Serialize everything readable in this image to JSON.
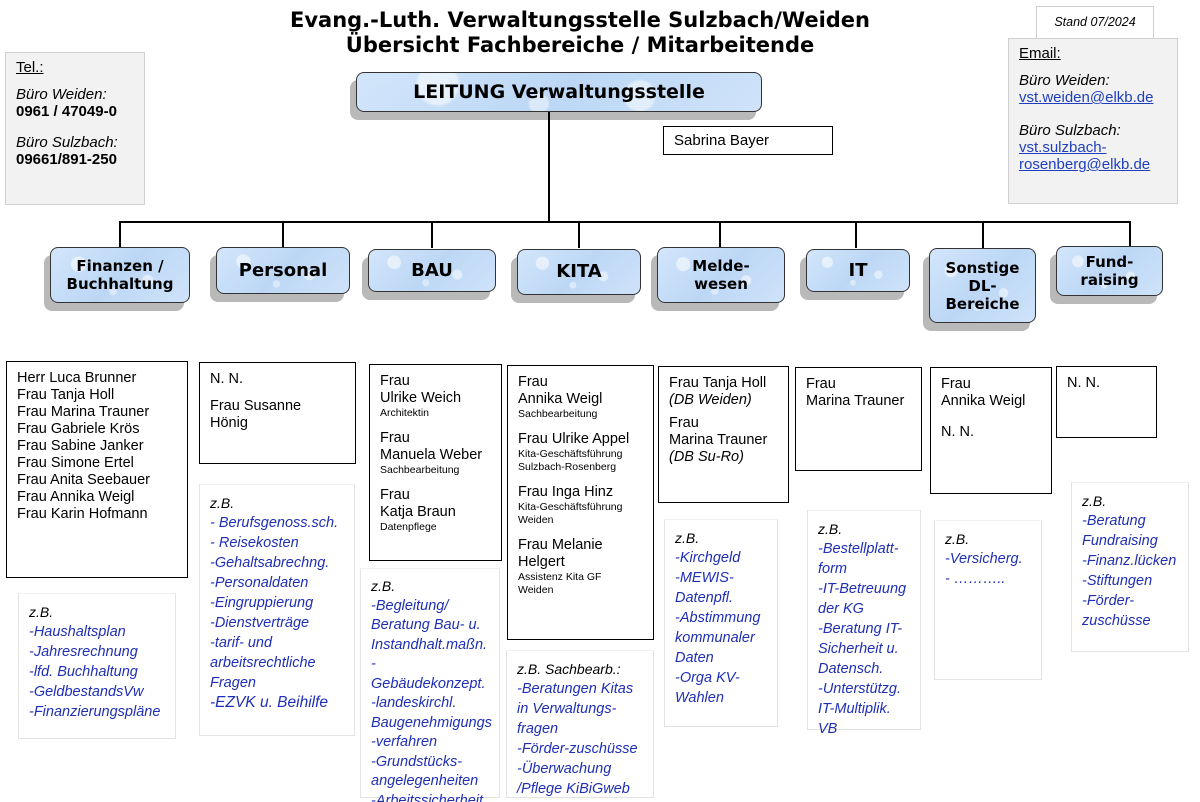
{
  "header": {
    "title_line1": "Evang.-Luth. Verwaltungsstelle Sulzbach/Weiden",
    "title_line2": "Übersicht Fachbereiche / Mitarbeitende",
    "stand": "Stand 07/2024"
  },
  "tel": {
    "label": "Tel.:",
    "weiden_label": "Büro Weiden:",
    "weiden_number": "0961 / 47049-0",
    "sulzbach_label": "Büro Sulzbach:",
    "sulzbach_number": "09661/891-250"
  },
  "email": {
    "label": "Email:",
    "weiden_label": "Büro Weiden:",
    "weiden_address": "vst.weiden@elkb.de",
    "sulzbach_label": "Büro Sulzbach:",
    "sulzbach_address_1": "vst.sulzbach-",
    "sulzbach_address_2": "rosenberg@elkb.de"
  },
  "leitung": {
    "title": "LEITUNG Verwaltungsstelle",
    "name": "Sabrina Bayer"
  },
  "departments": {
    "finanzen": [
      "Finanzen /",
      "Buchhaltung"
    ],
    "personal": [
      "Personal"
    ],
    "bau": [
      "BAU"
    ],
    "kita": [
      "KITA"
    ],
    "melde": [
      "Melde-",
      "wesen"
    ],
    "it": [
      "IT"
    ],
    "sonstige": [
      "Sonstige",
      "DL-",
      "Bereiche"
    ],
    "fund": [
      "Fund-",
      "raising"
    ]
  },
  "staff": {
    "finanzen": [
      "Herr Luca Brunner",
      "Frau Tanja Holl",
      "Frau Marina Trauner",
      "Frau Gabriele Krös",
      "Frau Sabine Janker",
      "Frau Simone Ertel",
      "Frau Anita Seebauer",
      "Frau Annika Weigl",
      "Frau Karin Hofmann"
    ],
    "personal": [
      "N. N.",
      "Frau Susanne",
      "Hönig"
    ],
    "bau": [
      {
        "l1": "Frau",
        "l2": "Ulrike Weich",
        "role": "Architektin"
      },
      {
        "l1": "Frau",
        "l2": "Manuela Weber",
        "role": "Sachbearbeitung"
      },
      {
        "l1": "Frau",
        "l2": "Katja Braun",
        "role": "Datenpflege"
      }
    ],
    "kita": [
      {
        "l1": "Frau",
        "l2": "Annika Weigl",
        "role1": "Sachbearbeitung",
        "role2": ""
      },
      {
        "l1": "Frau Ulrike Appel",
        "l2": "",
        "role1": "Kita-Geschäftsführung",
        "role2": "Sulzbach-Rosenberg"
      },
      {
        "l1": "Frau Inga Hinz",
        "l2": "",
        "role1": "Kita-Geschäftsführung",
        "role2": "Weiden"
      },
      {
        "l1": "Frau Melanie",
        "l2": "Helgert",
        "role1": "Assistenz Kita GF",
        "role2": "Weiden"
      }
    ],
    "melde": {
      "n1": "Frau Tanja Holl",
      "loc1": "(DB Weiden)",
      "n2a": "Frau",
      "n2b": "Marina Trauner",
      "loc2": "(DB Su-Ro)"
    },
    "it": [
      "Frau",
      "Marina Trauner"
    ],
    "sonstige": [
      "Frau",
      "Annika Weigl",
      "N. N."
    ],
    "fund": [
      "N. N."
    ]
  },
  "examples": {
    "finanzen": {
      "zb": "z.B.",
      "items": [
        "-Haushaltsplan",
        "-Jahresrechnung",
        "-lfd. Buchhaltung",
        "-GeldbestandsVw",
        "-Finanzierungspläne"
      ]
    },
    "personal": {
      "zb": "z.B.",
      "items": [
        "- Berufsgenoss.sch.",
        "- Reisekosten",
        "-Gehaltsabrechng.",
        "-Personaldaten",
        "-Eingruppierung",
        "-Dienstverträge",
        "-tarif- und",
        "arbeitsrechtliche",
        "Fragen",
        "-EZVK u. Beihilfe"
      ]
    },
    "bau": {
      "zb": "z.B.",
      "items": [
        "-Begleitung/",
        "Beratung Bau- u.",
        "Instandhalt.maßn.",
        "-Gebäudekonzept.",
        "-landeskirchl.",
        "Baugenehmigungs",
        "-verfahren",
        "-Grundstücks-",
        "angelegenheiten",
        "-Arbeitssicherheit"
      ]
    },
    "kita": {
      "zb": "z.B.  Sachbearb.:",
      "items": [
        "-Beratungen Kitas",
        "in Verwaltungs-",
        "fragen",
        "-Förder-zuschüsse",
        "-Überwachung",
        "/Pflege KiBiGweb"
      ]
    },
    "melde": {
      "zb": "z.B.",
      "items": [
        "-Kirchgeld",
        "-MEWIS-",
        "Datenpfl.",
        "-Abstimmung",
        "kommunaler",
        "Daten",
        "-Orga KV-",
        "Wahlen"
      ]
    },
    "it": {
      "zb": "z.B.",
      "items": [
        "-Bestellplatt-",
        "form",
        "-IT-Betreuung",
        "der KG",
        "-Beratung IT-",
        "Sicherheit u.",
        "Datensch.",
        "-Unterstützg.",
        "IT-Multiplik.",
        "VB"
      ]
    },
    "sonstige": {
      "zb": "z.B.",
      "items": [
        "-Versicherg.",
        "-  ……….."
      ]
    },
    "fund": {
      "zb": "z.B.",
      "items": [
        "-Beratung",
        "Fundraising",
        "-Finanz.lücken",
        "-Stiftungen",
        "-Förder-",
        "zuschüsse"
      ]
    }
  }
}
